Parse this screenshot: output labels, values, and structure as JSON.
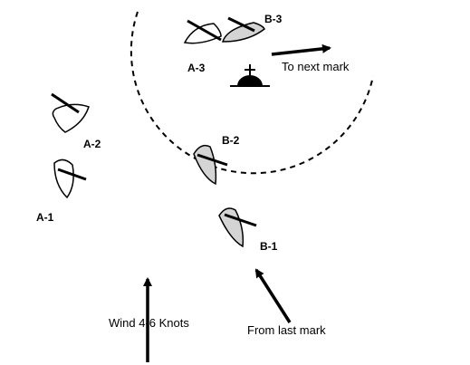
{
  "boats": {
    "a1": {
      "label": "A-1"
    },
    "a2": {
      "label": "A-2"
    },
    "a3": {
      "label": "A-3"
    },
    "b1": {
      "label": "B-1"
    },
    "b2": {
      "label": "B-2"
    },
    "b3": {
      "label": "B-3"
    }
  },
  "annotations": {
    "to_next_mark": "To next mark",
    "from_last_mark": "From last mark",
    "wind": "Wind 4-6 Knots"
  },
  "colors": {
    "team_a_hull": "#ffffff",
    "team_b_hull": "#d4d4d4",
    "line": "#000000"
  }
}
